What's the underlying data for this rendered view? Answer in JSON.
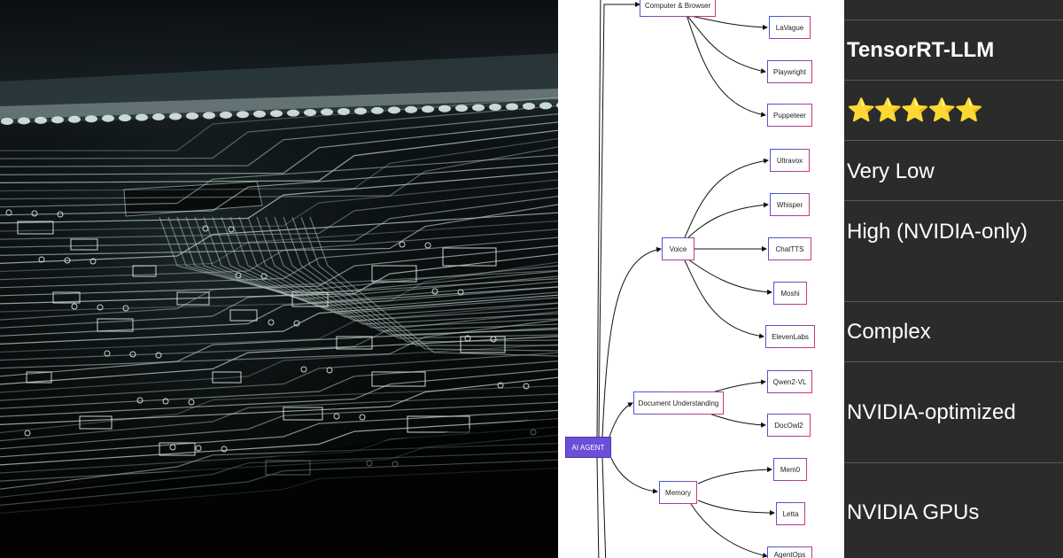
{
  "diagram": {
    "root": "AI AGENT",
    "categories": {
      "computer_browser": "Computer & Browser",
      "voice": "Voice",
      "document_understanding": "Document Understanding",
      "memory": "Memory"
    },
    "tools": {
      "lavague": "LaVague",
      "playwright": "Playwright",
      "puppeteer": "Puppeteer",
      "ultravox": "Ultravox",
      "whisper": "Whisper",
      "chattts": "ChatTTS",
      "moshi": "Moshi",
      "elevenlabs": "ElevenLabs",
      "qwen2vl": "Qwen2-VL",
      "docowl2": "DocOwl2",
      "mem0": "Mem0",
      "letta": "Letta",
      "agentops": "AgentOps"
    }
  },
  "table": {
    "name": "TensorRT-LLM",
    "rating": "⭐⭐⭐⭐⭐",
    "latency": "Very Low",
    "efficiency": "High (NVIDIA-only)",
    "complexity": "Complex",
    "optimization": "NVIDIA-optimized",
    "hardware": "NVIDIA GPUs"
  }
}
